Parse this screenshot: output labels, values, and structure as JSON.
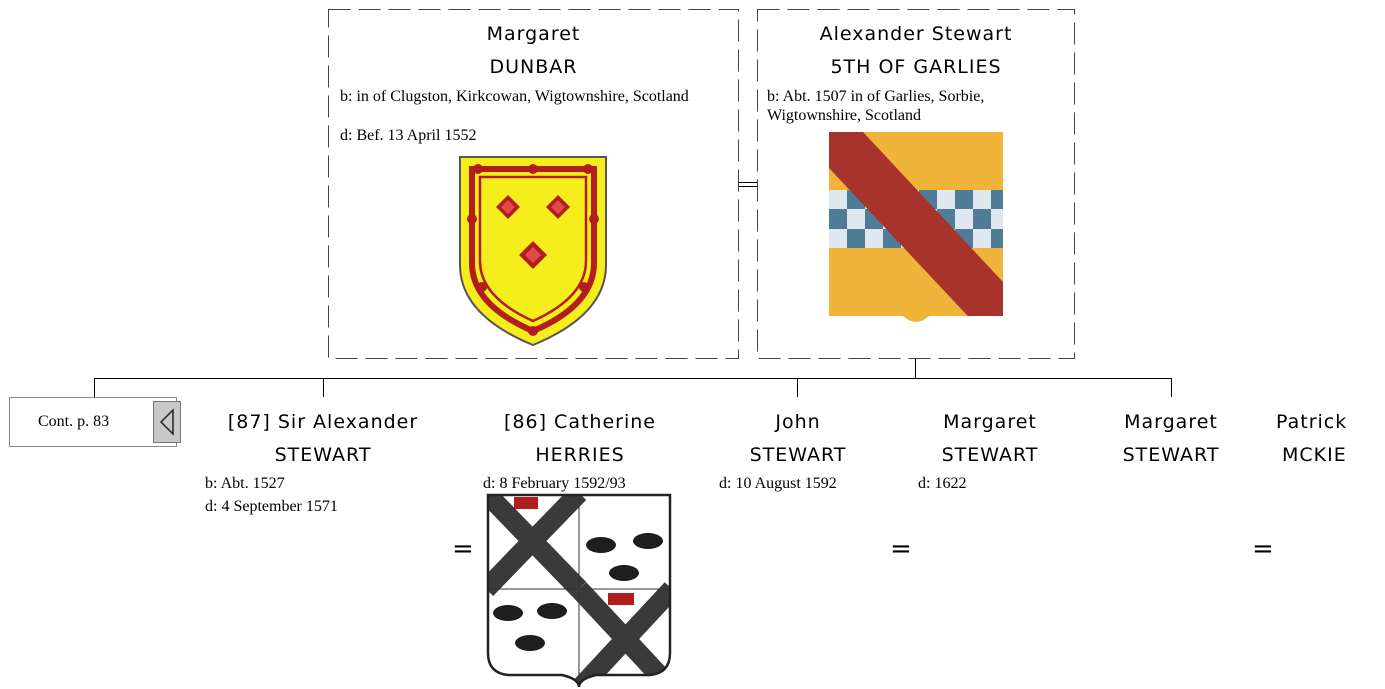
{
  "parents": [
    {
      "name_line1": "Margaret",
      "name_line2": "DUNBAR",
      "birth": "b: in of Clugston, Kirkcowan, Wigtownshire, Scotland",
      "death": "d: Bef. 13 April 1552",
      "arms": "dunbar-arms"
    },
    {
      "name_line1": "Alexander Stewart",
      "name_line2": "5TH OF GARLIES",
      "birth": "b: Abt. 1507 in of Garlies, Sorbie, Wigtownshire, Scotland",
      "arms": "stewart-garlies-arms"
    }
  ],
  "continuation": {
    "label": "Cont. p. 83",
    "icon": "triangle-left-icon"
  },
  "children": [
    {
      "name_line1": "[87] Sir Alexander",
      "name_line2": "STEWART",
      "birth": "b: Abt. 1527",
      "death": "d: 4 September 1571"
    },
    {
      "name_line1": "[86] Catherine",
      "name_line2": "HERRIES",
      "death": "d: 8 February 1592/93",
      "arms": "herries-arms"
    },
    {
      "name_line1": "John",
      "name_line2": "STEWART",
      "death": "d: 10 August 1592"
    },
    {
      "name_line1": "Margaret",
      "name_line2": "STEWART",
      "death": "d: 1622"
    },
    {
      "name_line1": "Margaret",
      "name_line2": "STEWART"
    },
    {
      "name_line1": "Patrick",
      "name_line2": "MCKIE"
    }
  ],
  "marriage_symbol": "="
}
